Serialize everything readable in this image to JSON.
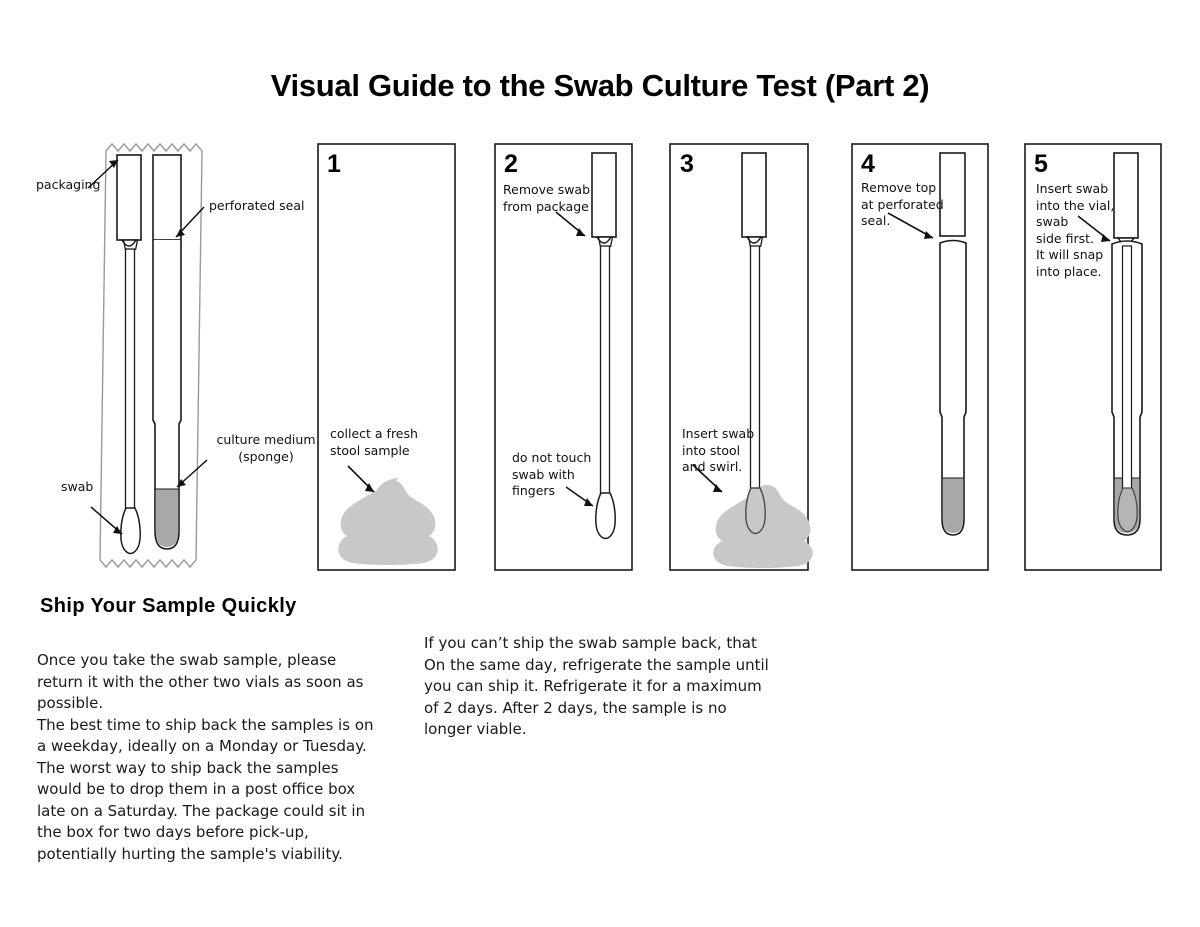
{
  "document": {
    "title": "Visual Guide to the Swab Culture Test (Part 2)"
  },
  "colors": {
    "outline": "#1a1a1a",
    "sponge_gray": "#a8a8a8",
    "stool_gray": "#c8c8c8",
    "packaging_gray": "#9a9a9a",
    "text": "#1a1a1a"
  },
  "overview_diagram": {
    "name": "unopened-package-diagram",
    "labels": {
      "packaging": "packaging",
      "perforated_seal": "perforated  seal",
      "swab": "swab",
      "culture_medium": "culture medium\n(sponge)"
    }
  },
  "panels": [
    {
      "number": "1",
      "caption": "collect a fresh\nstool sample",
      "illustration": "stool-pile"
    },
    {
      "number": "2",
      "caption_top": "Remove swab\nfrom package",
      "caption_bottom": "do not touch\nswab with\nfingers",
      "illustration": "swab-full-length"
    },
    {
      "number": "3",
      "caption": "Insert swab\ninto stool\nand swirl.",
      "illustration": "swab-in-stool"
    },
    {
      "number": "4",
      "caption": "Remove top\nat perforated\nseal.",
      "illustration": "vial-with-top-removed"
    },
    {
      "number": "5",
      "caption": "Insert swab\ninto the vial,\nswab\nside first.\nIt will snap\ninto place.",
      "illustration": "swab-inserted-in-vial"
    }
  ],
  "shipping_section": {
    "heading": "Ship Your Sample Quickly",
    "left_column": "Once you take the swab sample, please return it with the other two vials as soon as possible.\nThe best time to ship back the samples is on a weekday, ideally on a Monday or Tuesday.\nThe worst way to ship back the samples would be to drop them in a post office box late on a Saturday. The package could sit in the box for two days before pick-up, potentially hurting the sample's viability.",
    "right_column": "If you can’t ship the swab sample back, that On the same day, refrigerate the sample until you can ship it. Refrigerate it for a maximum of 2 days. After 2 days, the sample is no longer viable."
  }
}
